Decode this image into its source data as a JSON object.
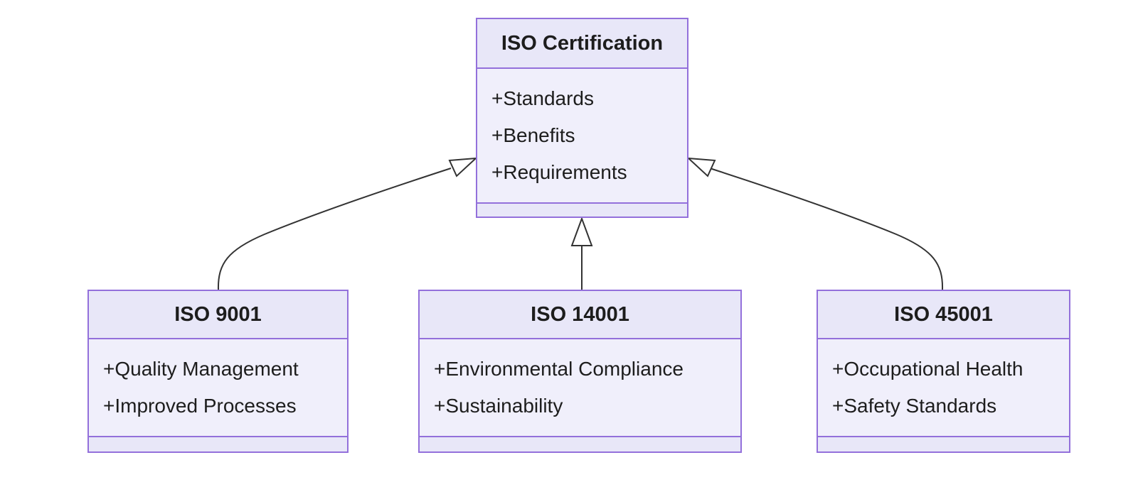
{
  "diagram": {
    "background_color": "#ffffff",
    "box_border_color": "#9370DB",
    "box_header_fill": "#E8E7F8",
    "box_body_fill": "#F0EFFB",
    "arrow_color": "#333333",
    "text_color": "#1d1d1d",
    "classes": [
      {
        "title": "ISO Certification",
        "attributes": [
          "+Standards",
          "+Benefits",
          "+Requirements"
        ]
      },
      {
        "title": "ISO 9001",
        "attributes": [
          "+Quality Management",
          "+Improved Processes"
        ]
      },
      {
        "title": "ISO 14001",
        "attributes": [
          "+Environmental Compliance",
          "+Sustainability"
        ]
      },
      {
        "title": "ISO 45001",
        "attributes": [
          "+Occupational Health",
          "+Safety Standards"
        ]
      }
    ],
    "relations": [
      {
        "from": "ISO 9001",
        "to": "ISO Certification",
        "type": "inheritance"
      },
      {
        "from": "ISO 14001",
        "to": "ISO Certification",
        "type": "inheritance"
      },
      {
        "from": "ISO 45001",
        "to": "ISO Certification",
        "type": "inheritance"
      }
    ]
  }
}
